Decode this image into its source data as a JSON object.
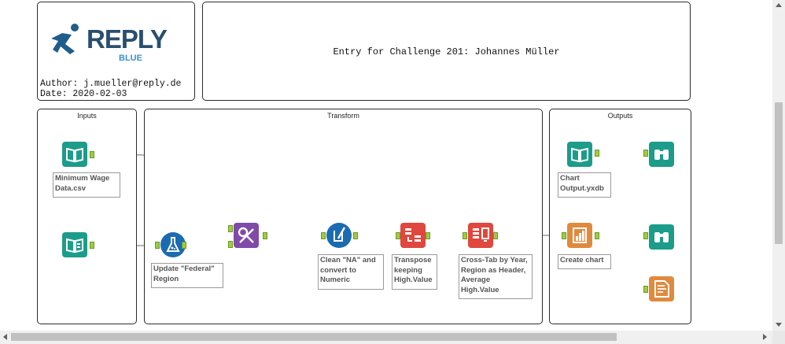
{
  "header": {
    "logo_name": "REPLY",
    "logo_sub": "BLUE",
    "author": "Author: j.mueller@reply.de",
    "date": "Date: 2020-02-03",
    "entry_title": "Entry for Challenge 201: Johannes Müller"
  },
  "containers": {
    "inputs": "Inputs",
    "transform": "Transform",
    "outputs": "Outputs"
  },
  "tools": {
    "input_csv": {
      "icon": "book-input-icon",
      "label": "Minimum Wage\nData.csv"
    },
    "text_input": {
      "icon": "text-input-icon"
    },
    "formula": {
      "icon": "flask-formula-icon",
      "label": "Update \"Federal\"\nRegion"
    },
    "find_replace": {
      "icon": "find-replace-icon"
    },
    "data_cleansing": {
      "icon": "cleansing-broom-icon",
      "label": "Clean \"NA\" and\nconvert to\nNumeric"
    },
    "transpose": {
      "icon": "transpose-icon",
      "label": "Transpose\nkeeping\nHigh.Value"
    },
    "crosstab": {
      "icon": "crosstab-icon",
      "label": "Cross-Tab by Year,\nRegion as Header,\nAverage\nHigh.Value"
    },
    "chart_input": {
      "icon": "book-input-icon",
      "label": "Chart\nOutput.yxdb"
    },
    "browse1": {
      "icon": "binoculars-icon"
    },
    "interactive_chart": {
      "icon": "chart-icon",
      "label": "Create chart"
    },
    "browse2": {
      "icon": "binoculars-icon"
    },
    "render": {
      "icon": "report-render-icon"
    }
  },
  "colors": {
    "input_teal": "#1c9c8a",
    "formula_blue": "#1b6bb0",
    "find_purple": "#7f4aa8",
    "transform_red": "#e0473e",
    "report_orange": "#e08a3e",
    "anchor_green": "#9ccc44"
  }
}
